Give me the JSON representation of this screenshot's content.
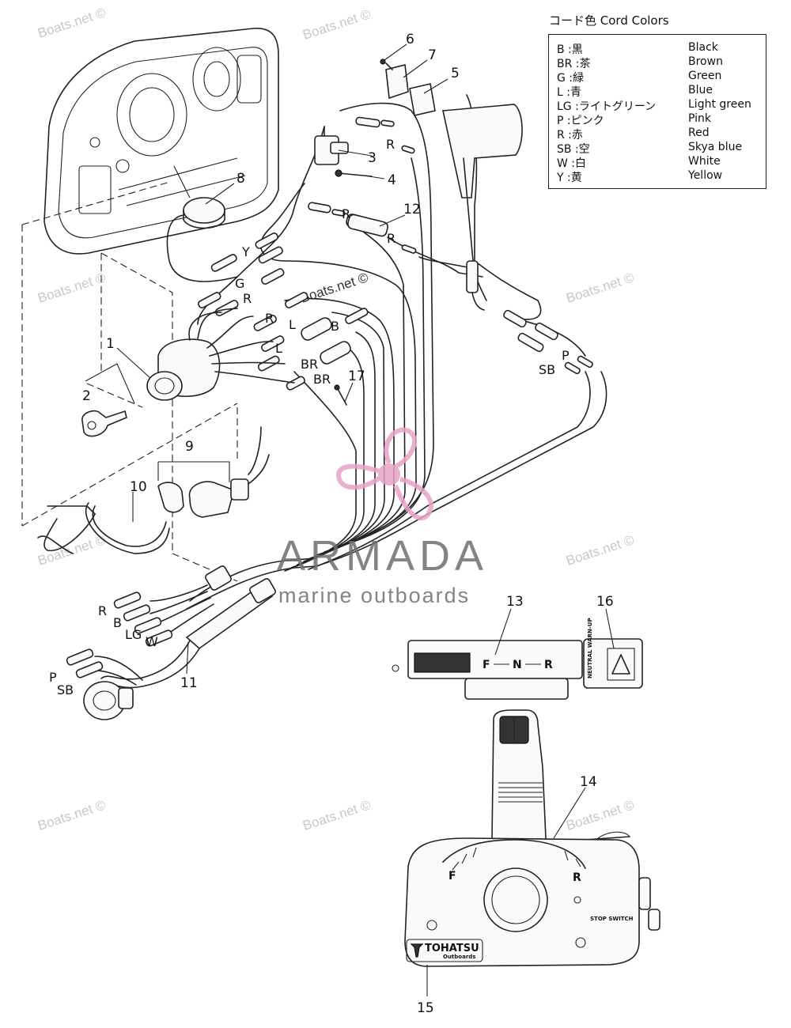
{
  "legend": {
    "title": "コード色 Cord Colors",
    "rows": [
      {
        "code": "B  :黒",
        "english": "Black"
      },
      {
        "code": "BR :茶",
        "english": "Brown"
      },
      {
        "code": "G  :緑",
        "english": "Green"
      },
      {
        "code": "L  :青",
        "english": "Blue"
      },
      {
        "code": "LG :ライトグリーン",
        "english": "Light green"
      },
      {
        "code": "P  :ピンク",
        "english": "Pink"
      },
      {
        "code": "R  :赤",
        "english": "Red"
      },
      {
        "code": "SB :空",
        "english": "Skya blue"
      },
      {
        "code": "W  :白",
        "english": "White"
      },
      {
        "code": "Y  :黄",
        "english": "Yellow"
      }
    ]
  },
  "callouts": [
    "1",
    "2",
    "3",
    "4",
    "5",
    "6",
    "7",
    "8",
    "9",
    "10",
    "11",
    "12",
    "13",
    "14",
    "15",
    "16",
    "17"
  ],
  "wire_labels": {
    "r_top": "R",
    "r_mid": "R",
    "r_mid2": "R",
    "y": "Y",
    "g": "G",
    "r_left": "R",
    "r_lower": "R",
    "l_1": "L",
    "l_2": "L",
    "b_1": "B",
    "br_1": "BR",
    "br_2": "BR",
    "p_right": "P",
    "sb_right": "SB",
    "r_harness": "R",
    "b_harness": "B",
    "lg_harness": "LG",
    "w_harness": "W",
    "p_harness": "P",
    "sb_harness": "SB"
  },
  "panel_labels": {
    "shift_f": "F",
    "shift_n": "N",
    "shift_r": "R",
    "warning": "NEUTRAL WARN-UP",
    "lever_f": "F",
    "lever_r": "R",
    "stop_switch": "STOP SWITCH",
    "brand": "TOHATSU",
    "brand_sub": "Outboards"
  },
  "watermarks": {
    "site": "Boats.net ©",
    "brand_name": "ARMADA",
    "brand_sub": "marine outboards"
  },
  "colors": {
    "line": "#222222",
    "watermark": "#c8c8c8",
    "brand_pink": "#e7a3c6",
    "brand_gray": "#6f6f6f"
  }
}
